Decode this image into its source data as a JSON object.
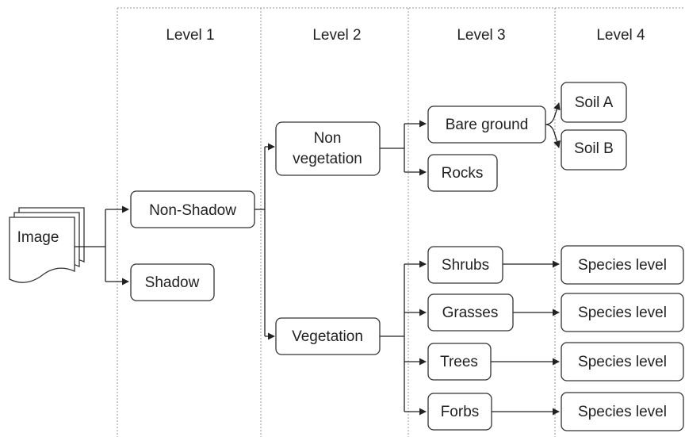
{
  "levels": [
    "Level 1",
    "Level 2",
    "Level 3",
    "Level 4"
  ],
  "nodes": {
    "image": "Image",
    "non_shadow": "Non-Shadow",
    "shadow": "Shadow",
    "non_vegetation": [
      "Non",
      "vegetation"
    ],
    "vegetation": "Vegetation",
    "bare_ground": "Bare ground",
    "rocks": "Rocks",
    "shrubs": "Shrubs",
    "grasses": "Grasses",
    "trees": "Trees",
    "forbs": "Forbs",
    "soil_a": "Soil A",
    "soil_b": "Soil B",
    "species_level": "Species level"
  }
}
